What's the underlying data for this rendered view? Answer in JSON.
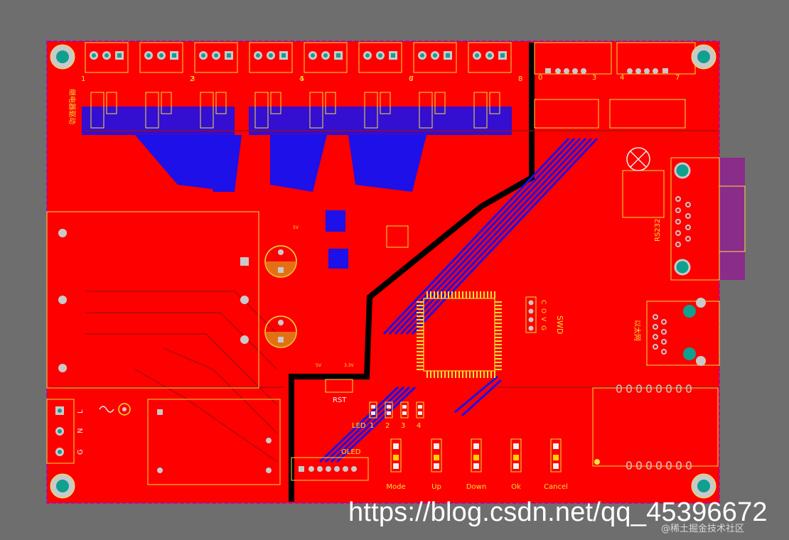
{
  "board": {
    "colors": {
      "background": "#6e6e6e",
      "copper_top": "#ff0000",
      "copper_bottom": "#1e10e8",
      "silkscreen": "#f4e23a",
      "pad": "#c9c9c9",
      "hole": "#10a090",
      "outline": "#b000b0",
      "void": "#000000"
    },
    "relay_channel_numbers": [
      "1",
      "2",
      "3",
      "4",
      "5",
      "6",
      "7",
      "8"
    ],
    "vertical_label_left": "继电器驱动",
    "top_connector_numbers": {
      "left_a": "0",
      "left_b": "3",
      "right_a": "4",
      "right_b": "7"
    },
    "rs232_label": "RS232",
    "ethernet_label": "以太网",
    "swd_label": "SWD",
    "swd_pins": [
      "C",
      "O",
      "V",
      "G"
    ],
    "rst_label": "RST",
    "oled_label": "OLED",
    "led_label": "LED",
    "led_numbers": [
      "1",
      "2",
      "3",
      "4"
    ],
    "power_pins": [
      "L",
      "N",
      "G"
    ],
    "button_labels": [
      "Mode",
      "Up",
      "Down",
      "Ok",
      "Cancel"
    ],
    "small_labels": [
      "5V",
      "3.3V",
      "5V"
    ]
  },
  "watermark": {
    "url": "https://blog.csdn.net/qq_45396672",
    "credit": "@稀土掘金技术社区"
  }
}
